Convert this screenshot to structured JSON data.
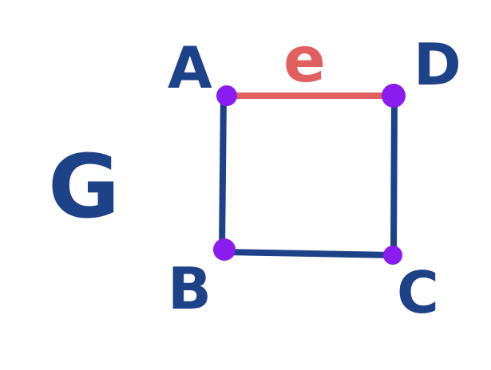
{
  "graph": {
    "name": "G",
    "edge_label": "e",
    "vertices": [
      {
        "id": "A",
        "label": "A"
      },
      {
        "id": "B",
        "label": "B"
      },
      {
        "id": "C",
        "label": "C"
      },
      {
        "id": "D",
        "label": "D"
      }
    ],
    "edges": [
      {
        "from": "A",
        "to": "D",
        "highlighted": true
      },
      {
        "from": "A",
        "to": "B",
        "highlighted": false
      },
      {
        "from": "B",
        "to": "C",
        "highlighted": false
      },
      {
        "from": "D",
        "to": "C",
        "highlighted": false
      }
    ]
  },
  "colors": {
    "ink": "#1e4288",
    "highlight": "#e06060",
    "vertex": "#8b1cf0",
    "background": "#ffffff"
  }
}
